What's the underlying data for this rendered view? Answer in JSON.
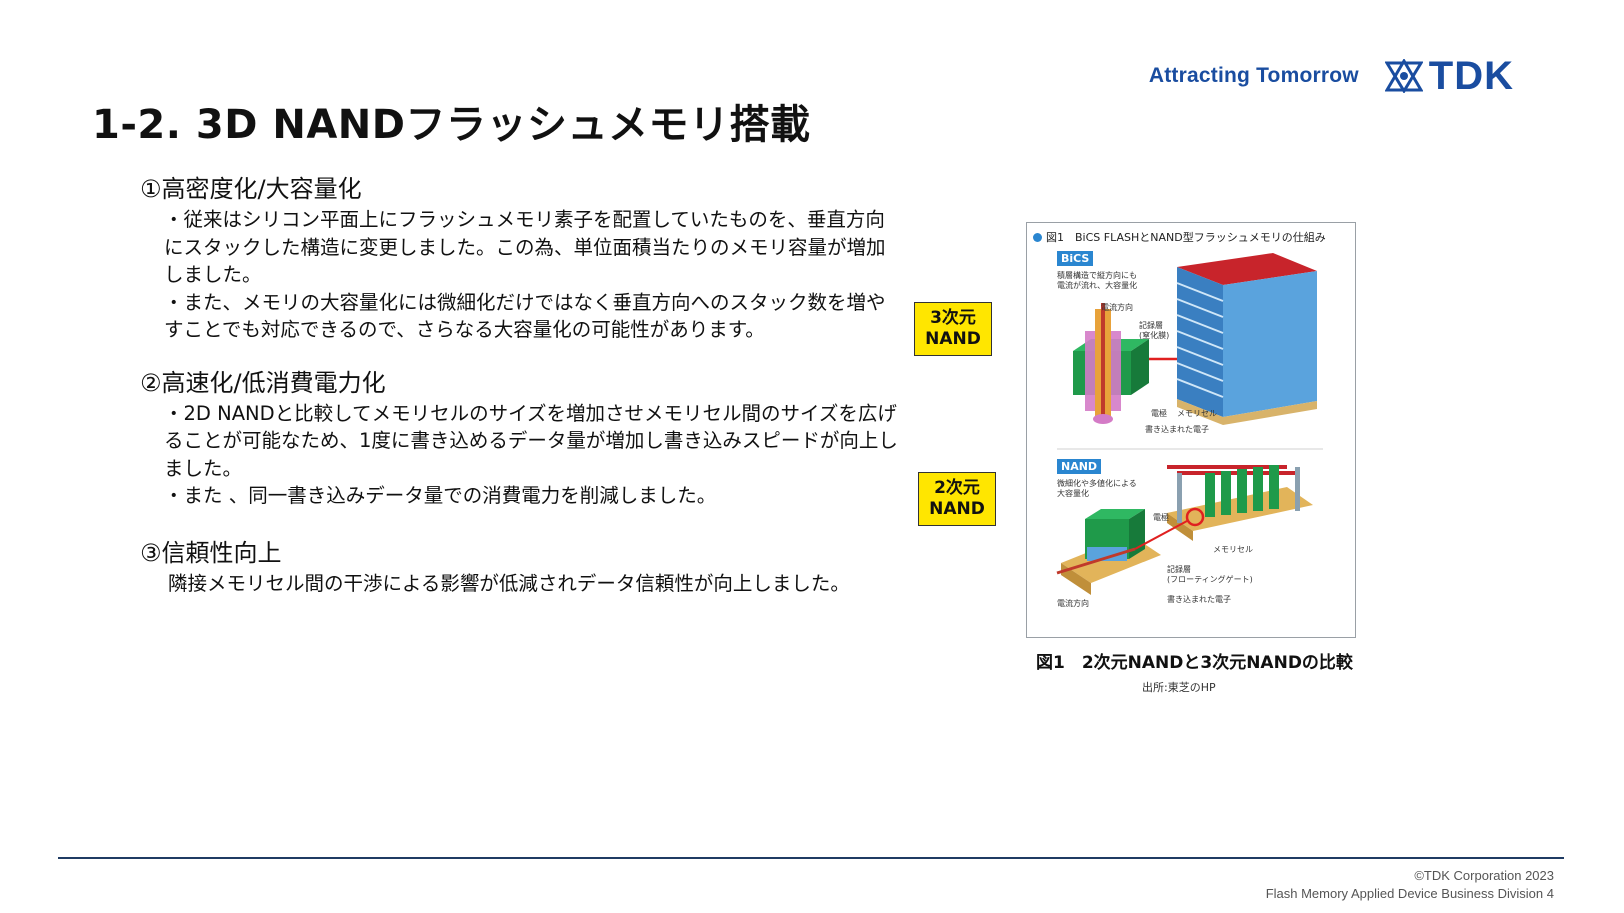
{
  "header": {
    "tagline": "Attracting Tomorrow",
    "logo_text": "TDK"
  },
  "title": "1-2. 3D NANDフラッシュメモリ搭載",
  "sections": [
    {
      "heading": "①高密度化/大容量化",
      "paragraphs": [
        "・従来はシリコン平面上にフラッシュメモリ素子を配置していたものを、垂直方向にスタックした構造に変更しました。この為、単位面積当たりのメモリ容量が増加しました。",
        "・また、メモリの大容量化には微細化だけではなく垂直方向へのスタック数を増やすことでも対応できるので、さらなる大容量化の可能性があります。"
      ]
    },
    {
      "heading": "②高速化/低消費電力化",
      "paragraphs": [
        "・2D NANDと比較してメモリセルのサイズを増加させメモリセル間のサイズを広げることが可能なため、1度に書き込めるデータ量が増加し書き込みスピードが向上しました。",
        "・また 、同一書き込みデータ量での消費電力を削減しました。"
      ]
    },
    {
      "heading": "③信頼性向上",
      "paragraphs": [
        "隣接メモリセル間の干渉による影響が低減されデータ信頼性が向上しました。"
      ]
    }
  ],
  "figure": {
    "inner_title": "図1　BiCS FLASHとNAND型フラッシュメモリの仕組み",
    "bics_tag": "BiCS",
    "bics_note_1": "積層構造で縦方向にも",
    "bics_note_2": "電流が流れ、大容量化",
    "bics_labels": {
      "current": "電流方向",
      "recording_1": "記録層",
      "recording_2": "(窒化膜)",
      "electrode": "電極",
      "memory_cell": "メモリセル",
      "electron": "書き込まれた電子"
    },
    "nand_tag": "NAND",
    "nand_note_1": "微細化や多値化による",
    "nand_note_2": "大容量化",
    "nand_labels": {
      "electrode": "電極",
      "memory_cell": "メモリセル",
      "recording_1": "記録層",
      "recording_2": "(フローティングゲート)",
      "electron": "書き込まれた電子",
      "current": "電流方向"
    },
    "label_3d": {
      "line1": "3次元",
      "line2": "NAND"
    },
    "label_2d": {
      "line1": "2次元",
      "line2": "NAND"
    },
    "caption": "図1　2次元NANDと3次元NANDの比較",
    "source": "出所:東芝のHP"
  },
  "footer": {
    "copyright": "©TDK Corporation 2023",
    "division": "Flash Memory Applied Device Business Division 4"
  },
  "colors": {
    "brand_blue": "#1a4da0",
    "label_yellow": "#ffe600",
    "rule": "#1f3b63"
  }
}
